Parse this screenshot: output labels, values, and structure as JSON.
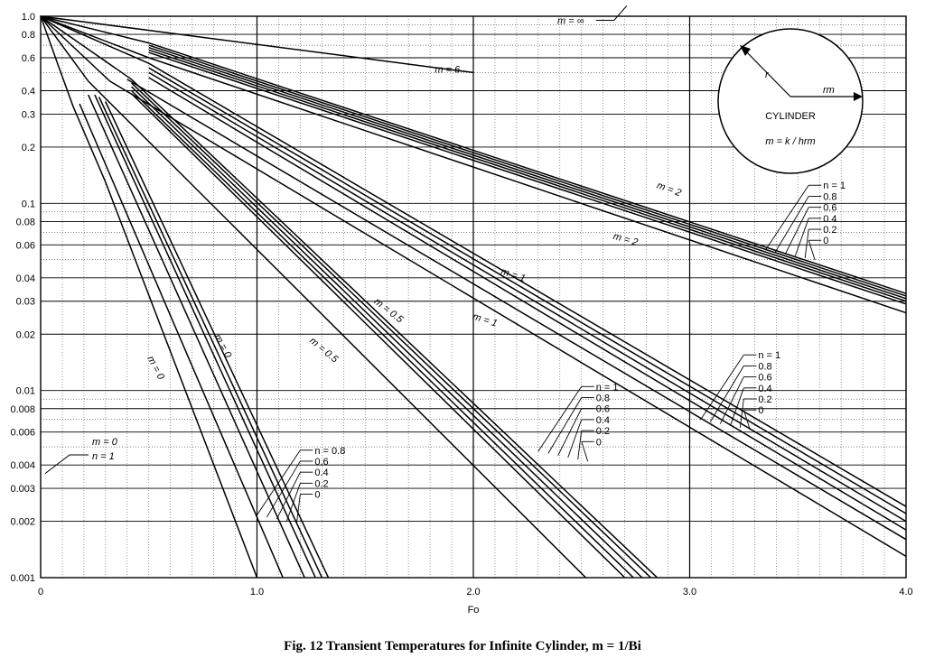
{
  "caption": "Fig. 12    Transient Temperatures for Infinite Cylinder, m = 1/Bi",
  "chart_data": {
    "type": "line",
    "title": "Fig. 12    Transient Temperatures for Infinite Cylinder, m = 1/Bi",
    "xlabel": "Fo",
    "ylabel": "",
    "xlim": [
      0,
      4.0
    ],
    "ylim": [
      0.001,
      1.0
    ],
    "yscale": "log",
    "grid": true,
    "x_ticks": [
      {
        "v": 0,
        "label": "0"
      },
      {
        "v": 1,
        "label": "1.0"
      },
      {
        "v": 2,
        "label": "2.0"
      },
      {
        "v": 3,
        "label": "3.0"
      },
      {
        "v": 4,
        "label": "4.0"
      }
    ],
    "y_ticks": [
      {
        "v": 1.0,
        "label": "1.0"
      },
      {
        "v": 0.8,
        "label": "0.8"
      },
      {
        "v": 0.6,
        "label": "0.6"
      },
      {
        "v": 0.4,
        "label": "0.4"
      },
      {
        "v": 0.3,
        "label": "0.3"
      },
      {
        "v": 0.2,
        "label": "0.2"
      },
      {
        "v": 0.1,
        "label": "0.1"
      },
      {
        "v": 0.08,
        "label": "0.08"
      },
      {
        "v": 0.06,
        "label": "0.06"
      },
      {
        "v": 0.04,
        "label": "0.04"
      },
      {
        "v": 0.03,
        "label": "0.03"
      },
      {
        "v": 0.02,
        "label": "0.02"
      },
      {
        "v": 0.01,
        "label": "0.01"
      },
      {
        "v": 0.008,
        "label": "0.008"
      },
      {
        "v": 0.006,
        "label": "0.006"
      },
      {
        "v": 0.004,
        "label": "0.004"
      },
      {
        "v": 0.003,
        "label": "0.003"
      },
      {
        "v": 0.002,
        "label": "0.002"
      },
      {
        "v": 0.001,
        "label": "0.001"
      }
    ],
    "series": [
      {
        "name": "m = 6",
        "x": [
          0,
          2.0
        ],
        "y": [
          1.0,
          0.5
        ]
      },
      {
        "name": "",
        "x": [
          0,
          0.5,
          4.0
        ],
        "y": [
          1.0,
          0.72,
          0.033
        ]
      },
      {
        "name": "",
        "x": [
          0.5,
          4.0
        ],
        "y": [
          0.7,
          0.032
        ]
      },
      {
        "name": "",
        "x": [
          0.5,
          4.0
        ],
        "y": [
          0.68,
          0.031
        ]
      },
      {
        "name": "",
        "x": [
          0.5,
          4.0
        ],
        "y": [
          0.66,
          0.03
        ]
      },
      {
        "name": "",
        "x": [
          0.5,
          4.0
        ],
        "y": [
          0.64,
          0.029
        ]
      },
      {
        "name": "",
        "x": [
          0,
          0.5,
          4.0
        ],
        "y": [
          1.0,
          0.6,
          0.026
        ]
      },
      {
        "name": "",
        "x": [
          0,
          0.5,
          4.0
        ],
        "y": [
          1.0,
          0.56,
          0.0024
        ]
      },
      {
        "name": "",
        "x": [
          0.5,
          4.0
        ],
        "y": [
          0.53,
          0.0022
        ]
      },
      {
        "name": "",
        "x": [
          0.5,
          4.0
        ],
        "y": [
          0.5,
          0.002
        ]
      },
      {
        "name": "",
        "x": [
          0.5,
          4.0
        ],
        "y": [
          0.47,
          0.0018
        ]
      },
      {
        "name": "",
        "x": [
          0.4,
          4.0
        ],
        "y": [
          0.46,
          0.0016
        ]
      },
      {
        "name": "",
        "x": [
          0,
          0.32,
          4.0
        ],
        "y": [
          1.0,
          0.45,
          0.0013
        ]
      },
      {
        "name": "",
        "x": [
          0,
          0.42,
          2.85
        ],
        "y": [
          1.0,
          0.46,
          0.001
        ]
      },
      {
        "name": "",
        "x": [
          0.42,
          2.82
        ],
        "y": [
          0.44,
          0.001
        ]
      },
      {
        "name": "",
        "x": [
          0.42,
          2.78
        ],
        "y": [
          0.42,
          0.001
        ]
      },
      {
        "name": "",
        "x": [
          0.42,
          2.74
        ],
        "y": [
          0.4,
          0.001
        ]
      },
      {
        "name": "",
        "x": [
          0.42,
          2.7
        ],
        "y": [
          0.385,
          0.001
        ]
      },
      {
        "name": "",
        "x": [
          0,
          0.22,
          2.52
        ],
        "y": [
          1.0,
          0.45,
          0.001
        ]
      },
      {
        "name": "",
        "x": [
          0.18,
          1.12
        ],
        "y": [
          0.34,
          0.001
        ]
      },
      {
        "name": "",
        "x": [
          0.22,
          1.22
        ],
        "y": [
          0.38,
          0.001
        ]
      },
      {
        "name": "",
        "x": [
          0.25,
          1.27
        ],
        "y": [
          0.38,
          0.001
        ]
      },
      {
        "name": "",
        "x": [
          0.27,
          1.3
        ],
        "y": [
          0.37,
          0.001
        ]
      },
      {
        "name": "",
        "x": [
          0.3,
          1.33
        ],
        "y": [
          0.35,
          0.001
        ]
      },
      {
        "name": "",
        "x": [
          0,
          0.08,
          0.15,
          0.3,
          1.0
        ],
        "y": [
          1.0,
          0.55,
          0.33,
          0.13,
          0.001
        ]
      }
    ],
    "annotations": [
      {
        "text": "m = ∞",
        "x": 2.45,
        "y": 0.91,
        "italic_m": true
      },
      {
        "text": "m = 6",
        "x": 1.88,
        "y": 0.5
      },
      {
        "text": "m = 2",
        "x": 2.9,
        "y": 0.115,
        "rotate": 20
      },
      {
        "text": "m = 2",
        "x": 2.7,
        "y": 0.062,
        "rotate": 16
      },
      {
        "text": "m = 1",
        "x": 2.18,
        "y": 0.04,
        "rotate": 18
      },
      {
        "text": "m = 1",
        "x": 2.05,
        "y": 0.023,
        "rotate": 18
      },
      {
        "text": "m = 0.5",
        "x": 1.6,
        "y": 0.026,
        "rotate": 38
      },
      {
        "text": "m = 0.5",
        "x": 1.3,
        "y": 0.016,
        "rotate": 40
      },
      {
        "text": "m = 0",
        "x": 0.83,
        "y": 0.017,
        "rotate": 62
      },
      {
        "text": "m = 0",
        "x": 0.52,
        "y": 0.013,
        "rotate": 62
      }
    ],
    "n_groups": [
      {
        "labels": [
          "n = 1",
          "0.8",
          "0.6",
          "0.4",
          "0.2",
          "0"
        ],
        "label_x": 3.6,
        "label_y_top": 0.125,
        "step": 0.014
      },
      {
        "labels": [
          "n = 1",
          "0.8",
          "0.6",
          "0.4",
          "0.2",
          "0"
        ],
        "label_x": 3.3,
        "label_y_top": 0.0155,
        "step": 0.003
      },
      {
        "labels": [
          "n = 1",
          "0.8",
          "0.6",
          "0.4",
          "0.2",
          "0"
        ],
        "label_x": 2.55,
        "label_y_top": 0.0105,
        "step": 0.0022
      },
      {
        "labels": [
          "n = 0.8",
          "0.6",
          "0.4",
          "0.2",
          "0"
        ],
        "label_x": 1.25,
        "label_y_top": 0.0048,
        "step": 0.0006
      }
    ],
    "corner_note": {
      "lines": [
        "m = 0",
        "n = 1"
      ]
    },
    "inset": {
      "title": "CYLINDER",
      "r_label": "r",
      "rm_label": "rm",
      "formula": "m = k / hrm"
    }
  }
}
